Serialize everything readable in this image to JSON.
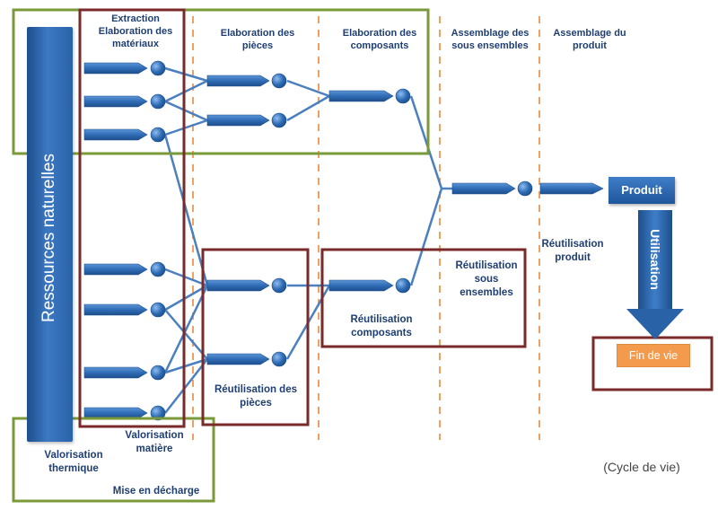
{
  "resources_label": "Ressources naturelles",
  "stages": {
    "extraction": "Extraction\nElaboration des\nmatériaux",
    "pieces": "Elaboration des\npièces",
    "composants": "Elaboration des\ncomposants",
    "sous_ensembles": "Assemblage des\nsous ensembles",
    "produit": "Assemblage du\nproduit"
  },
  "reuse": {
    "pieces": "Réutilisation des\npièces",
    "composants": "Réutilisation\ncomposants",
    "sous_ensembles": "Réutilisation\nsous\nensembles",
    "produit": "Réutilisation\nproduit"
  },
  "end": {
    "valorisation_matiere": "Valorisation\nmatière",
    "valorisation_thermique": "Valorisation\nthermique",
    "mise_en_decharge": "Mise en décharge",
    "fin_de_vie": "Fin de vie"
  },
  "product_label": "Produit",
  "utilisation_label": "Utilisation",
  "caption": "(Cycle de vie)",
  "colors": {
    "blue_dark": "#1f559b",
    "blue_light": "#3e7ec8",
    "connector": "#4a7fc0",
    "dash": "#f0a060",
    "green_box": "#7a9a3a",
    "red_box": "#7a2a2a",
    "orange": "#f39a4c"
  }
}
